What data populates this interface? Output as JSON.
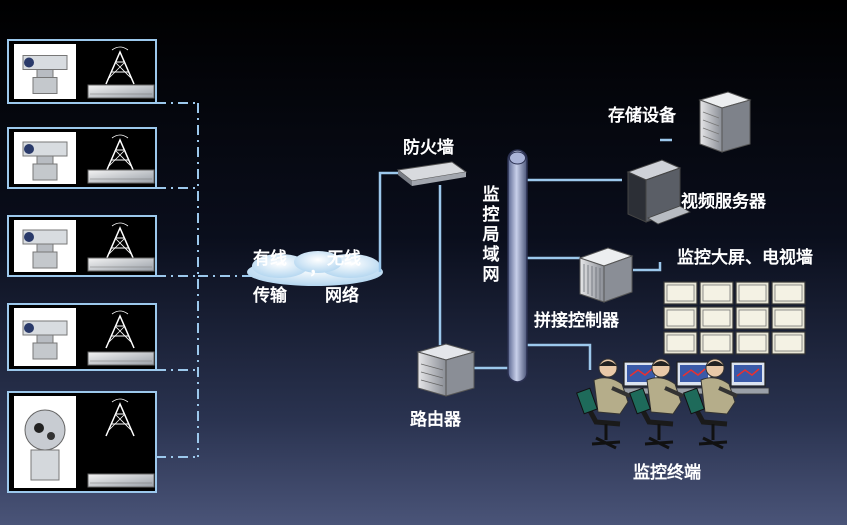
{
  "labels": {
    "firewall": "防火墙",
    "storage": "存储设备",
    "video_server": "视频服务器",
    "monitor_lan": "监控局域网",
    "big_screen": "监控大屏、电视墙",
    "splice_controller": "拼接控制器",
    "router": "路由器",
    "terminal": "监控终端",
    "wired_line1": "有线",
    "wired_line2": "传输",
    "sep": "，",
    "wireless_line1": "无线",
    "wireless_line2": "网络"
  },
  "cameras": [
    {
      "type": "pan-tilt-camera"
    },
    {
      "type": "pan-tilt-camera"
    },
    {
      "type": "pan-tilt-camera"
    },
    {
      "type": "pan-tilt-camera"
    },
    {
      "type": "dome-camera"
    }
  ],
  "colors": {
    "line": "#9cc8ec",
    "box_border": "#9cc8ec",
    "text": "#ffffff",
    "cloud": "#cfe6f6",
    "lan_tube": "#8c98c0"
  }
}
